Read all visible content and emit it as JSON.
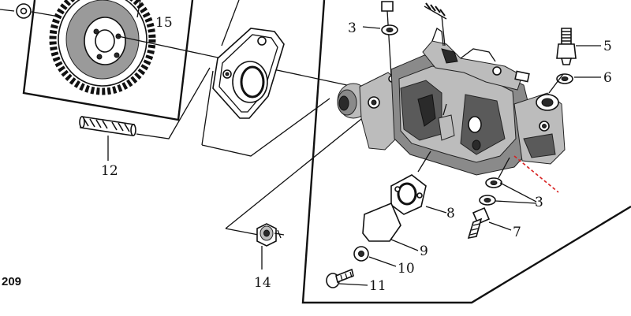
{
  "figure": {
    "figure_number": "209"
  },
  "callouts": [
    {
      "id": "c15",
      "label": "15"
    },
    {
      "id": "c3a",
      "label": "3"
    },
    {
      "id": "c5",
      "label": "5"
    },
    {
      "id": "c6",
      "label": "6"
    },
    {
      "id": "c12",
      "label": "12"
    },
    {
      "id": "c3b",
      "label": "3"
    },
    {
      "id": "c8",
      "label": "8"
    },
    {
      "id": "c7",
      "label": "7"
    },
    {
      "id": "c9",
      "label": "9"
    },
    {
      "id": "c10",
      "label": "10"
    },
    {
      "id": "c11",
      "label": "11"
    },
    {
      "id": "c14",
      "label": "14"
    }
  ],
  "colors": {
    "ink": "#111111",
    "background": "#ffffff",
    "marker_dashes": "#d82020"
  }
}
